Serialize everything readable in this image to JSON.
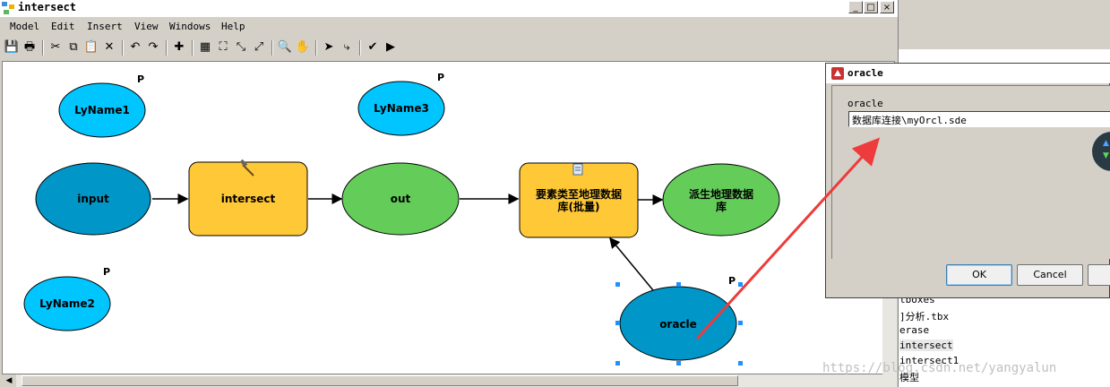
{
  "window": {
    "title": "intersect",
    "buttons": {
      "minimize": "_",
      "maximize": "□",
      "close": "×"
    }
  },
  "menu": [
    "Model",
    "Edit",
    "Insert",
    "View",
    "Windows",
    "Help"
  ],
  "toolbar": [
    {
      "name": "save-icon",
      "glyph": "💾"
    },
    {
      "name": "print-icon",
      "glyph": "🖶"
    },
    {
      "name": "sep"
    },
    {
      "name": "cut-icon",
      "glyph": "✂"
    },
    {
      "name": "copy-icon",
      "glyph": "⧉"
    },
    {
      "name": "paste-icon",
      "glyph": "📋"
    },
    {
      "name": "delete-icon",
      "glyph": "✕"
    },
    {
      "name": "sep"
    },
    {
      "name": "undo-icon",
      "glyph": "↶"
    },
    {
      "name": "redo-icon",
      "glyph": "↷"
    },
    {
      "name": "sep"
    },
    {
      "name": "add-data-icon",
      "glyph": "✚"
    },
    {
      "name": "sep"
    },
    {
      "name": "auto-layout-icon",
      "glyph": "▦"
    },
    {
      "name": "full-extent-icon",
      "glyph": "⛶"
    },
    {
      "name": "zoom-in-fixed-icon",
      "glyph": "⤡"
    },
    {
      "name": "zoom-out-fixed-icon",
      "glyph": "⤢"
    },
    {
      "name": "sep"
    },
    {
      "name": "zoom-icon",
      "glyph": "🔍"
    },
    {
      "name": "pan-icon",
      "glyph": "✋"
    },
    {
      "name": "sep"
    },
    {
      "name": "select-icon",
      "glyph": "➤"
    },
    {
      "name": "connect-icon",
      "glyph": "⤷"
    },
    {
      "name": "sep"
    },
    {
      "name": "validate-icon",
      "glyph": "✔"
    },
    {
      "name": "run-icon",
      "glyph": "▶"
    }
  ],
  "model": {
    "nodes": {
      "lyname1": "LyName1",
      "lyname3": "LyName3",
      "lyname2": "LyName2",
      "input": "input",
      "intersect": "intersect",
      "out": "out",
      "fc_to_gdb_line1": "要素类至地理数据",
      "fc_to_gdb_line2": "库(批量)",
      "derived_line1": "派生地理数据",
      "derived_line2": "库",
      "oracle": "oracle"
    },
    "param_marker": "P",
    "colors": {
      "light_blue": "#00c5ff",
      "dark_blue": "#0096c8",
      "yellow": "#ffc837",
      "green": "#64cd5a"
    }
  },
  "dialog": {
    "title": "oracle",
    "label": "oracle",
    "value": "数据库连接\\myOrcl.sde",
    "ok": "OK",
    "cancel": "Cancel"
  },
  "tree": [
    {
      "text": "tboxes",
      "selected": false
    },
    {
      "text": "]分析.tbx",
      "selected": false
    },
    {
      "text": "erase",
      "selected": false
    },
    {
      "text": "intersect",
      "selected": true
    },
    {
      "text": "intersect1",
      "selected": false
    },
    {
      "text": "模型",
      "selected": false
    }
  ],
  "watermark": "https://blog.csdn.net/yangyalun"
}
